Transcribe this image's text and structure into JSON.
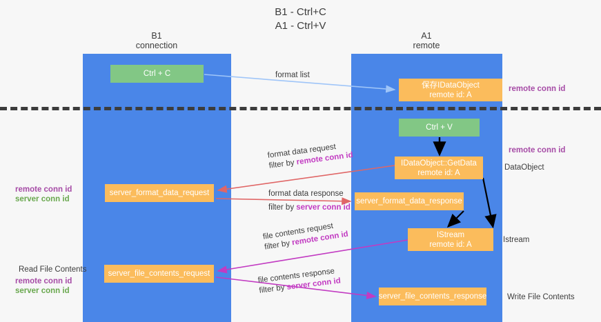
{
  "title": {
    "line1": "B1 - Ctrl+C",
    "line2": "A1 - Ctrl+V"
  },
  "columns": [
    {
      "name": "B1",
      "role": "connection"
    },
    {
      "name": "A1",
      "role": "remote"
    }
  ],
  "colors": {
    "lane": "#4a86e8",
    "node_green": "#82c785",
    "node_orange": "#fbbc5c",
    "accent_purple": "#a64ca6",
    "accent_magenta": "#c23bc2",
    "accent_green": "#6aa84f",
    "arrow_blue": "#9fc5f8",
    "arrow_red": "#e06666",
    "arrow_magenta": "#c23bc2",
    "arrow_black": "#000000",
    "background": "#f7f7f7",
    "separator": "#3c3c3c"
  },
  "nodes": {
    "ctrl_c": {
      "label": "Ctrl + C",
      "kind": "green"
    },
    "data_object": {
      "label": "保存IDataObject",
      "sub": "remote id: A",
      "kind": "orange"
    },
    "ctrl_v": {
      "label": "Ctrl + V",
      "kind": "green"
    },
    "get_data": {
      "label": "IDataObject::GetData",
      "sub": "remote id: A",
      "kind": "orange"
    },
    "server_format_data_request": {
      "label": "server_format_data_request",
      "kind": "orange"
    },
    "server_format_data_response": {
      "label": "server_format_data_response",
      "kind": "orange"
    },
    "istream": {
      "label": "IStream",
      "sub": "remote id: A",
      "kind": "orange"
    },
    "server_file_contents_request": {
      "label": "server_file_contents_request",
      "kind": "orange"
    },
    "server_file_contents_response": {
      "label": "server_file_contents_response",
      "kind": "orange"
    }
  },
  "edges": [
    {
      "id": "format_list",
      "label": "format list",
      "filter": "",
      "filter_key": ""
    },
    {
      "id": "format_data_request",
      "label": "format data request",
      "filter": "filter by ",
      "filter_key": "remote conn id"
    },
    {
      "id": "format_data_response",
      "label": "format data response",
      "filter": "filter by ",
      "filter_key": "server conn id"
    },
    {
      "id": "file_contents_request",
      "label": "file contents request",
      "filter": "filter by ",
      "filter_key": "remote conn id"
    },
    {
      "id": "file_contents_response",
      "label": "file contents response",
      "filter": "filter by ",
      "filter_key": "server conn id"
    }
  ],
  "side_labels": {
    "remote_conn_id_top": "remote conn id",
    "remote_conn_id_mid": "remote conn id",
    "data_object": "DataObject",
    "istream": "Istream",
    "write_file_contents": "Write File Contents",
    "read_file_contents": "Read File Contents",
    "left_remote_conn_id_1": "remote conn id",
    "left_server_conn_id_1": "server conn id",
    "left_remote_conn_id_2": "remote conn id",
    "left_server_conn_id_2": "server conn id"
  }
}
